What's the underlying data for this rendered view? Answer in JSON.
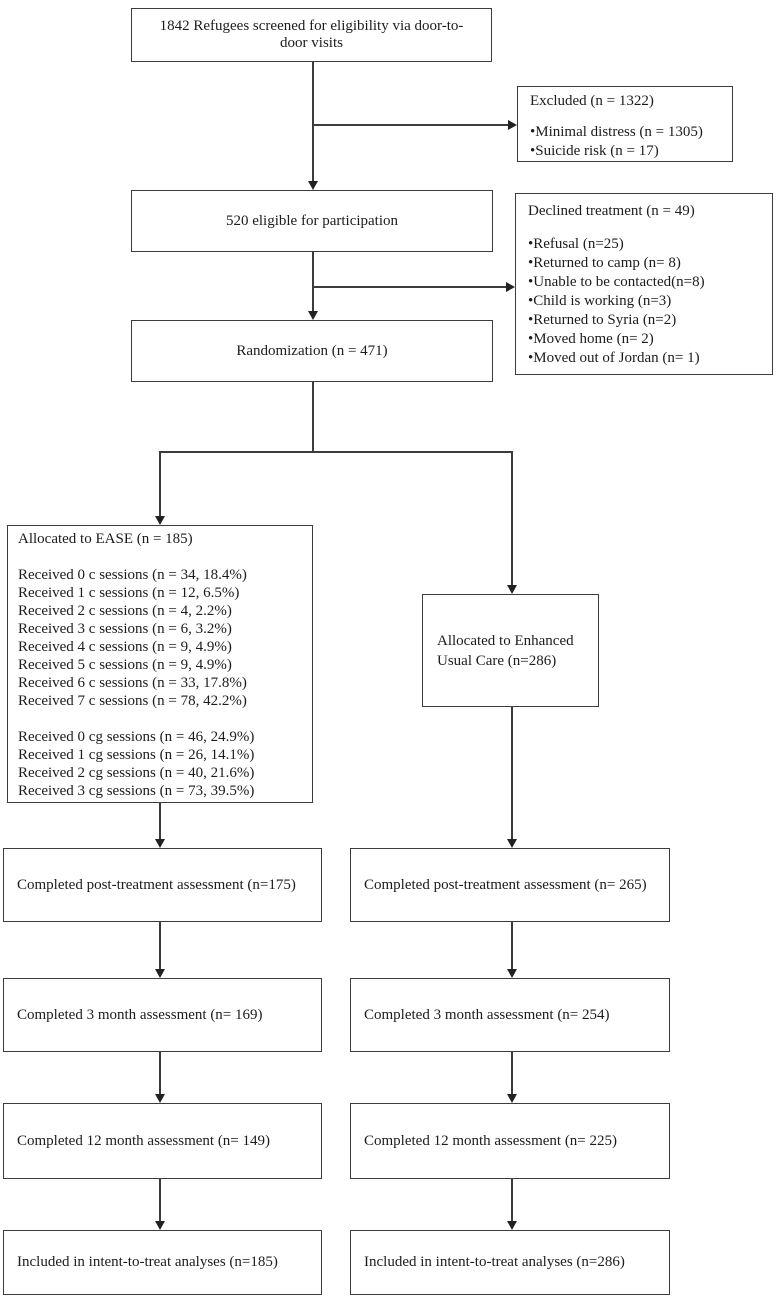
{
  "style": {
    "border_color": "#3c3c3c",
    "text_color": "#1c1c1c",
    "arrow_color": "#222222",
    "background": "#ffffff"
  },
  "boxes": {
    "screened": "1842 Refugees screened for eligibility via door-to-door visits",
    "excluded": {
      "title": "Excluded (n = 1322)",
      "items": [
        "•Minimal distress (n = 1305)",
        "•Suicide risk (n = 17)"
      ]
    },
    "eligible": "520 eligible for participation",
    "declined": {
      "title": "Declined treatment (n = 49)",
      "items": [
        "•Refusal (n=25)",
        "•Returned to camp (n= 8)",
        "•Unable to be contacted(n=8)",
        "•Child is working (n=3)",
        "•Returned to Syria (n=2)",
        "•Moved home (n= 2)",
        "•Moved out of Jordan (n= 1)"
      ]
    },
    "randomization": "Randomization (n = 471)",
    "ease": {
      "title": "Allocated to EASE (n = 185)",
      "c_sessions": [
        "Received 0 c sessions (n = 34, 18.4%)",
        "Received 1 c sessions (n = 12, 6.5%)",
        "Received 2 c sessions (n = 4, 2.2%)",
        "Received 3 c sessions (n = 6, 3.2%)",
        "Received 4 c sessions (n = 9, 4.9%)",
        "Received 5 c sessions (n = 9, 4.9%)",
        "Received 6 c sessions (n = 33, 17.8%)",
        "Received 7 c sessions (n = 78, 42.2%)"
      ],
      "cg_sessions": [
        "Received 0 cg sessions (n = 46, 24.9%)",
        "Received 1 cg sessions (n = 26, 14.1%)",
        "Received 2 cg sessions (n = 40, 21.6%)",
        "Received 3 cg sessions (n = 73, 39.5%)"
      ]
    },
    "usual_care": "Allocated to Enhanced Usual Care (n=286)",
    "post_treatment_left": "Completed post-treatment assessment (n=175)",
    "post_treatment_right": "Completed post-treatment assessment (n= 265)",
    "month3_left": "Completed 3 month assessment (n= 169)",
    "month3_right": "Completed 3 month assessment (n= 254)",
    "month12_left": "Completed 12 month assessment (n= 149)",
    "month12_right": "Completed 12 month assessment (n= 225)",
    "itt_left": "Included in intent-to-treat analyses (n=185)",
    "itt_right": "Included in intent-to-treat analyses (n=286)"
  }
}
